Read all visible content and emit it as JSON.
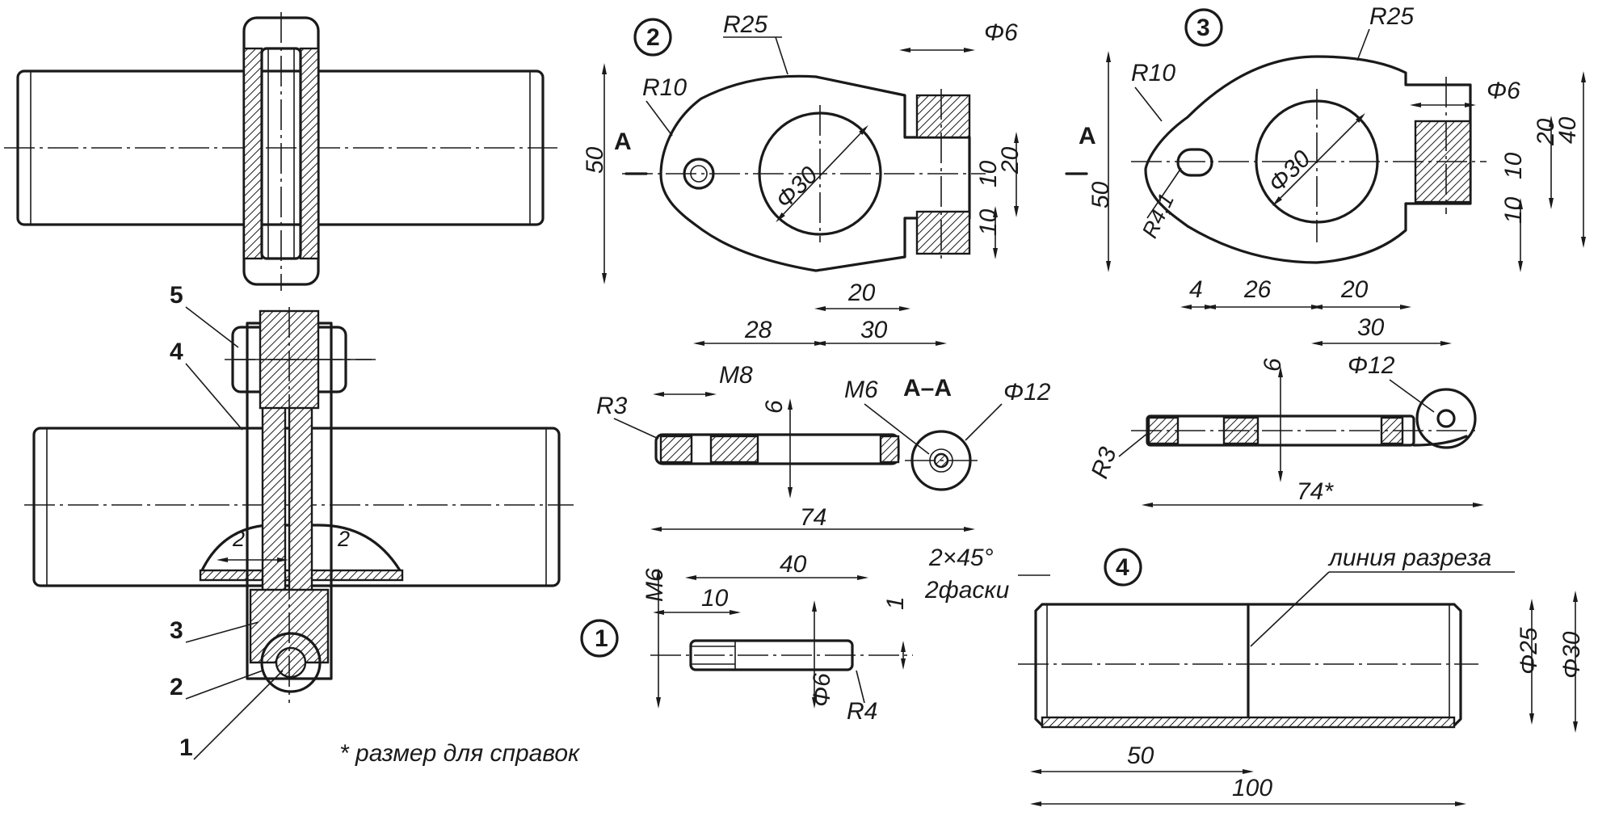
{
  "parts": {
    "p1": "1",
    "p2": "2",
    "p3": "3",
    "p4": "4",
    "p5": "5"
  },
  "note": "* размер для справок",
  "section": "А–А",
  "section_mark": "А",
  "part2": {
    "r25": "R25",
    "r10": "R10",
    "d6": "Φ6",
    "d30": "Φ30",
    "h50": "50",
    "h20": "20",
    "h10a": "10",
    "h10b": "10",
    "w28": "28",
    "w20": "20",
    "w30": "30"
  },
  "part3": {
    "r25": "R25",
    "r10": "R10",
    "d6": "Φ6",
    "d30": "Φ30",
    "r41": "R4,1",
    "h50": "50",
    "h40": "40",
    "h20": "20",
    "h10a": "10",
    "h10b": "10",
    "w4": "4",
    "w26": "26",
    "w20": "20",
    "w30": "30"
  },
  "section2": {
    "r3": "R3",
    "m8": "M8",
    "m6": "M6",
    "t6": "6",
    "d12": "Φ12",
    "l74": "74"
  },
  "section3": {
    "r3": "R3",
    "t6": "6",
    "d12": "Φ12",
    "l74": "74*"
  },
  "part1": {
    "m6": "M6",
    "l40": "40",
    "l10": "10",
    "d6": "Φ6",
    "r4": "R4",
    "c1": "1"
  },
  "part4": {
    "chamfer": "2×45°",
    "chamfer2": "2фаски",
    "cut": "линия разреза",
    "d25": "Φ25",
    "d30": "Φ30",
    "l50": "50",
    "l100": "100"
  },
  "assembly": {
    "gap_l": "2",
    "gap_r": "2"
  }
}
